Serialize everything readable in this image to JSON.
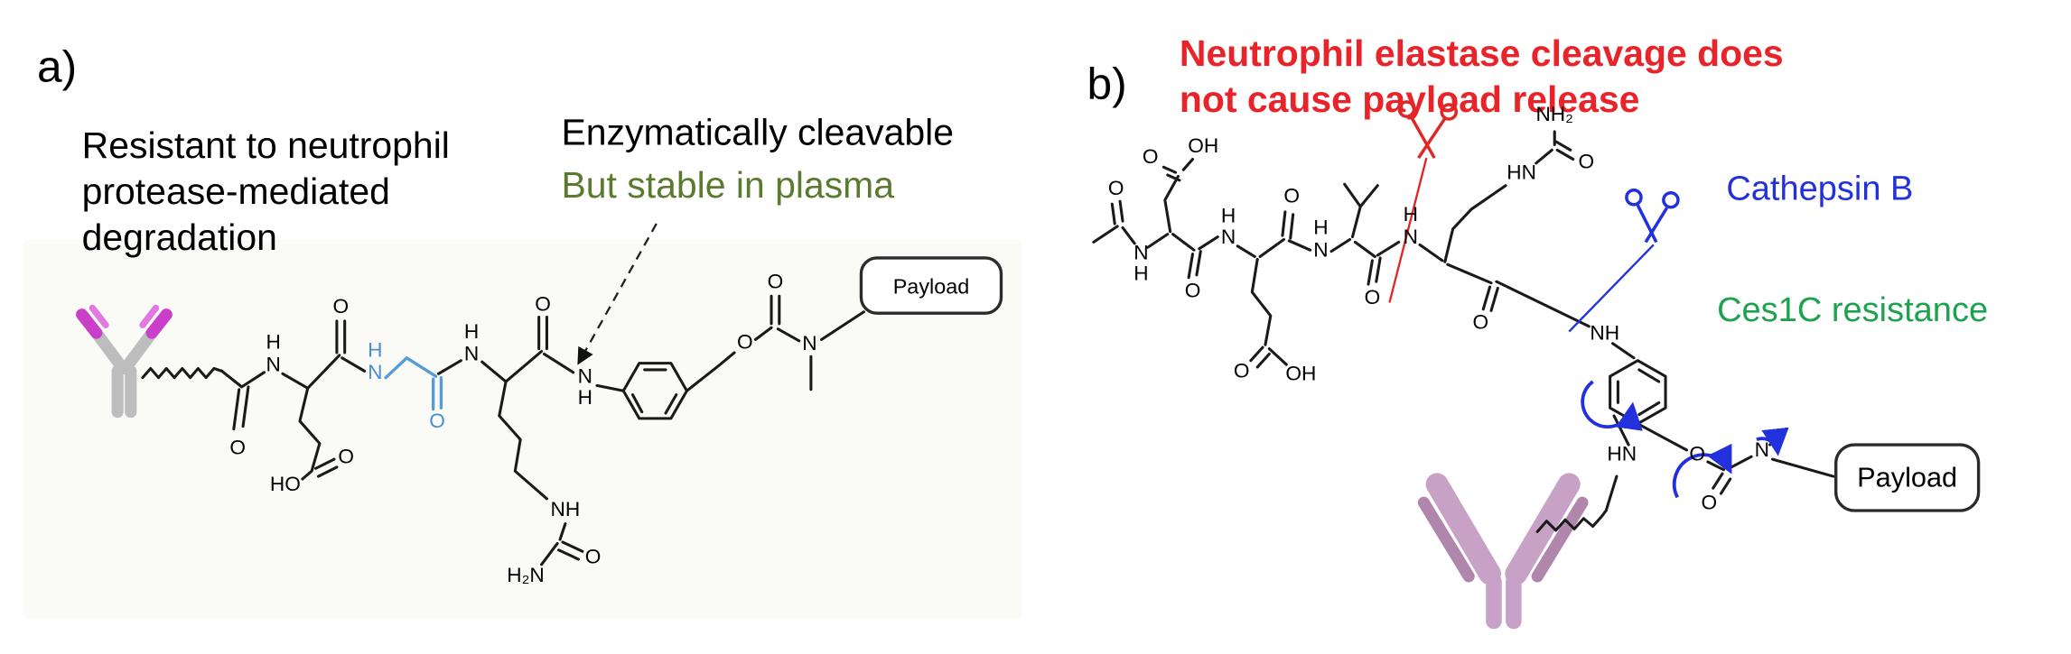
{
  "figure": {
    "panel_a": {
      "label": "a)",
      "annotation_resistant": [
        "Resistant to neutrophil",
        "protease-mediated",
        "degradation"
      ],
      "annotation_cleavable": "Enzymatically cleavable",
      "annotation_stable": "But stable in plasma",
      "payload": "Payload"
    },
    "panel_b": {
      "label": "b)",
      "title": [
        "Neutrophil elastase cleavage does",
        "not cause payload release"
      ],
      "cathepsin_label": "Cathepsin B",
      "ces1c_label": "Ces1C resistance",
      "payload": "Payload"
    },
    "atoms": {
      "O": "O",
      "N": "N",
      "H": "H",
      "HO": "HO",
      "OH": "OH",
      "NH": "NH",
      "HN": "HN",
      "H2N": "H₂N",
      "NH2": "NH₂"
    },
    "colors": {
      "red": "#e8232a",
      "blue": "#2230dd",
      "green": "#1ea24f",
      "olive": "#5a7b2f",
      "glycine_blue": "#5b9bd5",
      "antibody_magenta": "#c93fc9",
      "antibody_plum": "#c8a2c6"
    }
  }
}
